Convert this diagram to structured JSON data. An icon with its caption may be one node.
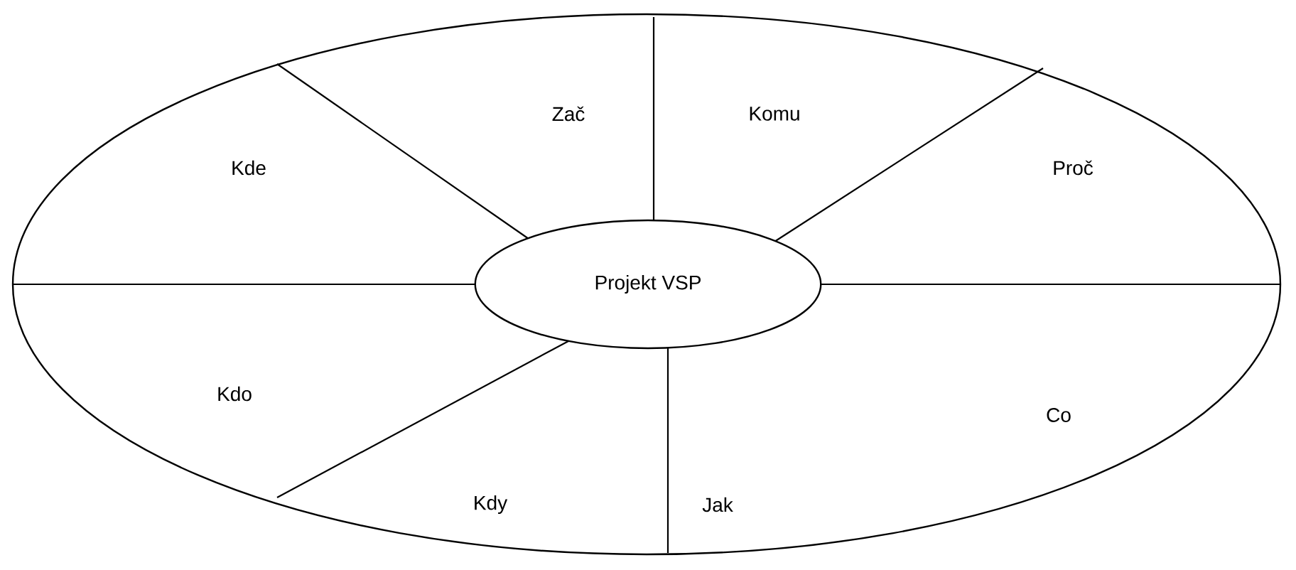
{
  "diagram": {
    "nodes": [
      {
        "text": [],
        "shape": "ellipse"
      },
      {
        "text": [
          "Projekt VSP"
        ],
        "in": 0
      }
    ],
    "labels": [
      "Zač",
      "Komu",
      "Proč",
      "Co",
      "Jak",
      "Kdy",
      "Kdo",
      "Kde"
    ]
  }
}
